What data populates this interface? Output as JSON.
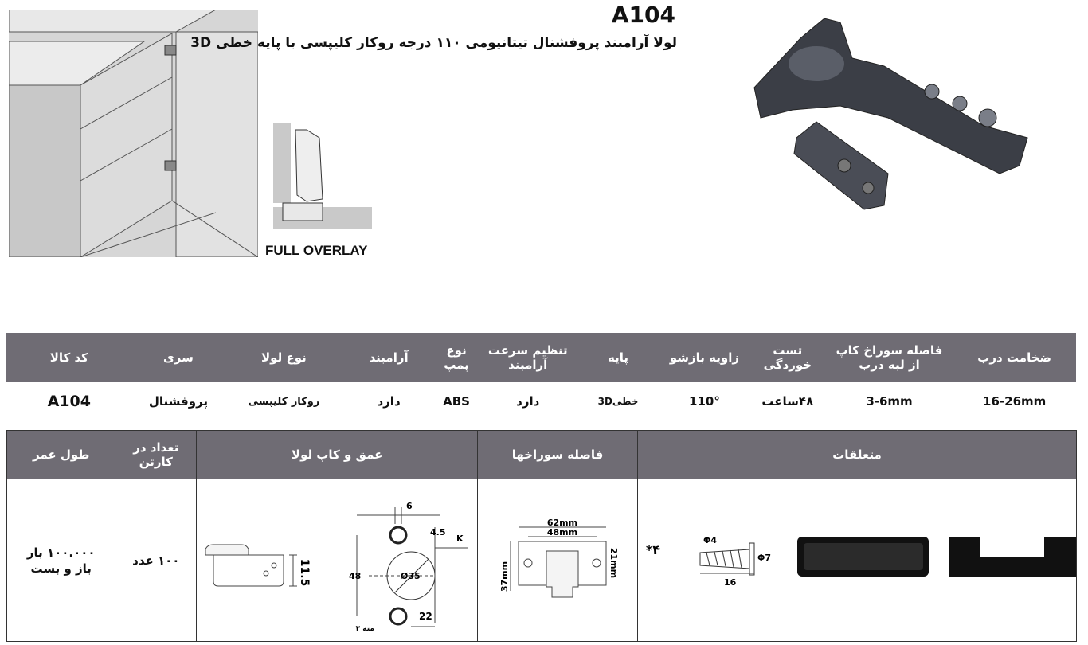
{
  "header": {
    "code": "A104",
    "description": "لولا آرامبند پروفشنال تیتانیومی ۱۱۰ درجه روکار کلیپسی با پایه خطی 3D",
    "overlay_label": "FULL OVERLAY"
  },
  "spec_table": {
    "headers": [
      "ضخامت درب",
      "فاصله سوراخ کاپ از لبه درب",
      "تست خوردگی",
      "زاویه بازشو",
      "پایه",
      "تنظیم سرعت آرامبند",
      "نوع پمپ",
      "آرامبند",
      "نوع لولا",
      "سری",
      "کد کالا"
    ],
    "values": [
      "16-26mm",
      "3-6mm",
      "۴۸ساعت",
      "110°",
      "خطی3D",
      "دارد",
      "ABS",
      "دارد",
      "روکار کلیپسی",
      "پروفشنال",
      "A104"
    ]
  },
  "accessory_table": {
    "headers": [
      "متعلقات",
      "فاصله سوراخها",
      "عمق و کاپ لولا",
      "تعداد در کارتن",
      "طول عمر"
    ],
    "quantity": "۱۰۰ عدد",
    "lifetime": "۱۰۰.۰۰۰ بار باز و بست",
    "screw_count": "۴*"
  },
  "dimensions": {
    "hole_spacing": {
      "outer": "62mm",
      "inner": "48mm",
      "height": "37mm",
      "side": "21mm"
    },
    "cup": {
      "offset_top": "6",
      "k_value": "4.5",
      "k_label": "K",
      "diameter": "Ø35",
      "height": "48",
      "depth": "11.5",
      "edge": "22",
      "drill_label": "مته ۳"
    },
    "screw": {
      "head": "Φ7",
      "shank": "Φ4",
      "length": "16"
    }
  }
}
